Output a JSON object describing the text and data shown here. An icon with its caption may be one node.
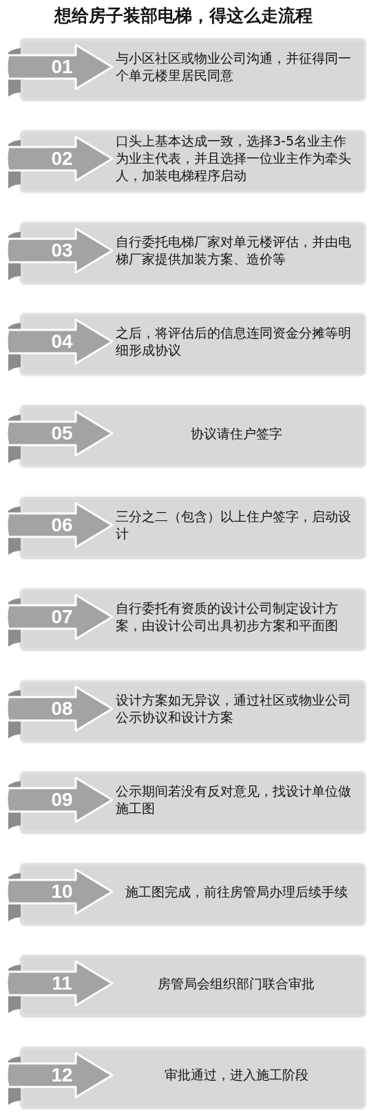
{
  "diagram": {
    "title": "想给房子装部电梯，得这么走流程",
    "nodes": [
      {
        "text": [
          "01",
          "与小区社区或物业公司沟通，并征得同一个单元楼里居民同意"
        ]
      },
      {
        "text": [
          "02",
          "口头上基本达成一致，选择3-5名业主作为业主代表，并且选择一位业主作为牵头人，加装电梯程序启动"
        ]
      },
      {
        "text": [
          "03",
          "自行委托电梯厂家对单元楼评估，并由电梯厂家提供加装方案、造价等"
        ]
      },
      {
        "text": [
          "04",
          "之后，将评估后的信息连同资金分摊等明细形成协议"
        ]
      },
      {
        "text": [
          "05",
          "协议请住户签字"
        ]
      },
      {
        "text": [
          "06",
          "三分之二（包含）以上住户签字，启动设计"
        ]
      },
      {
        "text": [
          "07",
          "自行委托有资质的设计公司制定设计方案，由设计公司出具初步方案和平面图"
        ]
      },
      {
        "text": [
          "08",
          "设计方案如无异议，通过社区或物业公司公示协议和设计方案"
        ]
      },
      {
        "text": [
          "09",
          "公示期间若没有反对意见，找设计单位做施工图"
        ]
      },
      {
        "text": [
          "10",
          "施工图完成，前往房管局办理后续手续"
        ]
      },
      {
        "text": [
          "11",
          "房管局会组织部门联合审批"
        ]
      },
      {
        "text": [
          "12",
          "审批通过，进入施工阶段"
        ]
      }
    ],
    "edges": []
  }
}
